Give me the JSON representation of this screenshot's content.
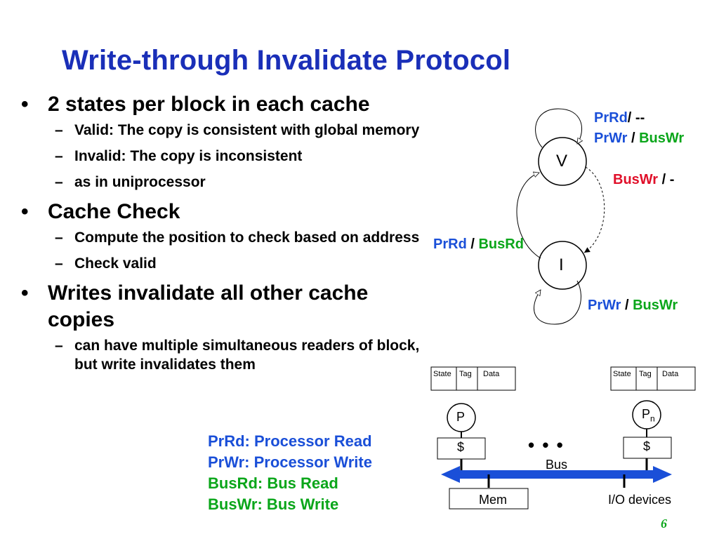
{
  "slide": {
    "title": "Write-through Invalidate Protocol",
    "page_number": "6"
  },
  "bullets": [
    {
      "text": "2 states per block in each cache",
      "sub": [
        "Valid: The copy is consistent with global memory",
        "Invalid: The copy is inconsistent",
        "as in uniprocessor"
      ]
    },
    {
      "text": "Cache Check",
      "sub": [
        "Compute the position to check based on address",
        "Check valid"
      ]
    },
    {
      "text": "Writes invalidate all other cache copies",
      "sub": [
        "can have multiple simultaneous readers of block, but write invalidates them"
      ]
    }
  ],
  "legend": {
    "prrd": "PrRd: Processor Read",
    "prwr": "PrWr: Processor Write",
    "busrd": "BusRd: Bus Read",
    "buswr": "BusWr: Bus Write"
  },
  "state_diagram": {
    "state_v": "V",
    "state_i": "I",
    "v_loop": {
      "line1_a": "PrRd",
      "line1_b": "/ --",
      "line2_a": "PrWr",
      "line2_sep": " / ",
      "line2_b": "BusWr"
    },
    "v_to_i": {
      "a": "BusWr",
      "b": " / -"
    },
    "i_to_v": {
      "a": "PrRd",
      "sep": " / ",
      "b": "BusRd"
    },
    "i_loop": {
      "a": "PrWr",
      "sep": " / ",
      "b": "BusWr"
    },
    "colors": {
      "blue": "#1a4fd8",
      "green": "#0aa61a",
      "red": "#e0102a"
    }
  },
  "system_diagram": {
    "left_cache": {
      "state": "State",
      "tag": "Tag",
      "data": "Data",
      "proc": "P",
      "cache": "$"
    },
    "right_cache": {
      "state": "State",
      "tag": "Tag",
      "data": "Data",
      "proc": "P",
      "sub": "n",
      "cache": "$"
    },
    "dots": "• • •",
    "bus": "Bus",
    "mem": "Mem",
    "io": "I/O devices",
    "bus_color": "#1a4fd8"
  }
}
